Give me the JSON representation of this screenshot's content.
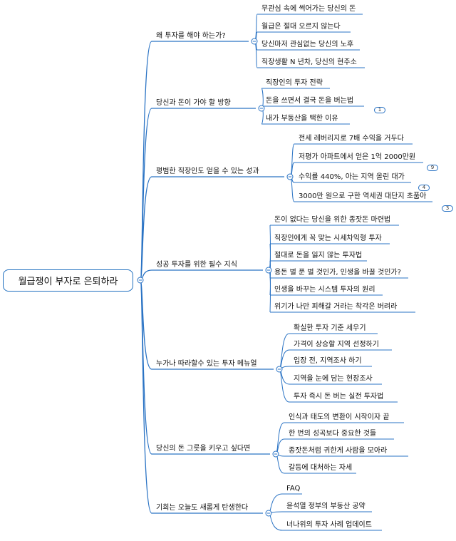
{
  "root": "월급쟁이 부자로 은퇴하라",
  "branches": [
    {
      "label": "왜 투자를 해야 하는가?",
      "children": [
        "무관심 속에 썩어가는 당신의 돈",
        "월급은 절대 오르지 않는다",
        "당신마저 관심없는 당신의 노후",
        "직장생활 N 년차, 당신의 현주소"
      ]
    },
    {
      "label": "당신과 돈이 가야 할 방향",
      "children": [
        "직장인의 투자 전략",
        "돈을 쓰면서 결국 돈을 버는법",
        "내가 부동산을 택한 이유"
      ]
    },
    {
      "label": "평범한 직장인도 얻을 수 있는 성과",
      "children": [
        "전세 레버리지로 7배 수익을 거두다",
        "저평가 아파트에서 얻은 1억 2000만원",
        "수익률 440%, 아는 지역 올린 대가",
        "3000만 원으로 구한 역세권 대단지 초품아"
      ]
    },
    {
      "label": "성공 투자를 위한 필수 지식",
      "children": [
        "돈이 없다는 당신을 위한 종잣돈 마련법",
        "직장인에게 꼭 맞는 시세차익형 투자",
        "절대로 돈을 잃지 않는 투자법",
        "용돈 벌 푼 벌 것인가, 인생을 바꿀 것인가?",
        "인생을 바꾸는 시스템 투자의 원리",
        "위기가 나만 피해갈 거라는 착각은 버려라"
      ]
    },
    {
      "label": "누가나 따라할수 있는 투자 메뉴얼",
      "children": [
        "확실한 투자 기준 세우기",
        "가격이 상승할 지역 선정하기",
        "입장 전, 지역조사 하기",
        "지역을 눈에 담는 현장조사",
        "투자 즉시 돈 버는 실전 투자법"
      ]
    },
    {
      "label": "당신의 돈 그릇을 키우고 싶다면",
      "children": [
        "인식과 태도의 변환이 시작이자 끝",
        "한 번의 성곡보다 중요한 것들",
        "종잣돈처럼 귀한게 사람을 모아라",
        "갈등에 대처하는 자세"
      ]
    },
    {
      "label": "기회는 오늘도 새롭게 탄생한다",
      "children": [
        "FAQ",
        "윤석열 정부의 부동산 공약",
        "너나위의 투자 사례 업데이트"
      ]
    }
  ],
  "badges": [
    "1",
    "9",
    "4",
    "3"
  ],
  "colors": {
    "line": "#2a73c4",
    "collapse": "#2a73c4",
    "text": "#111111"
  }
}
